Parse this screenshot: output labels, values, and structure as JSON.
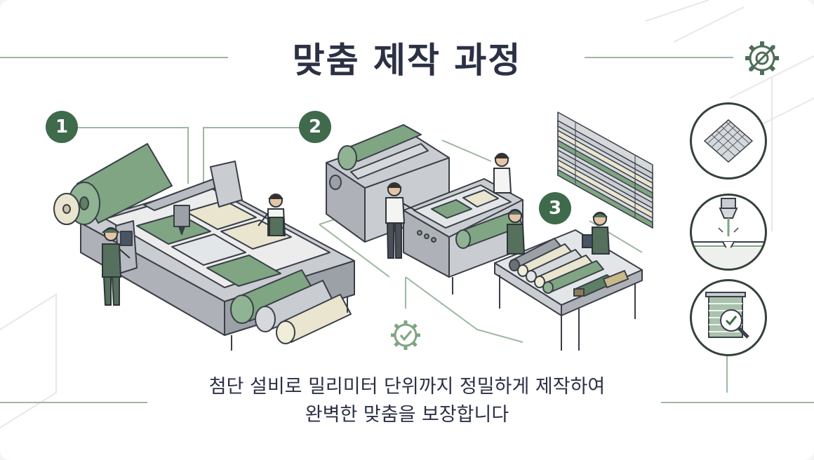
{
  "title": "맞춤 제작 과정",
  "steps": [
    {
      "number": "1"
    },
    {
      "number": "2"
    },
    {
      "number": "3"
    }
  ],
  "caption": {
    "line1": "첨단 설비로 밀리미터 단위까지 정밀하게 제작하여",
    "line2": "완벽한 맞춤을 보장합니다"
  },
  "icons": {
    "top_right": "gear-icon",
    "bottom_center": "gear-check-icon",
    "side": [
      "fabric-weave-icon",
      "laser-cutter-icon",
      "blind-inspection-icon"
    ]
  },
  "colors": {
    "accent_green": "#3f6a4c",
    "fabric_green": "#7fa583",
    "title_navy": "#2b3145",
    "machine_gray": "#c9ccd1",
    "cream": "#e9e5cf"
  }
}
